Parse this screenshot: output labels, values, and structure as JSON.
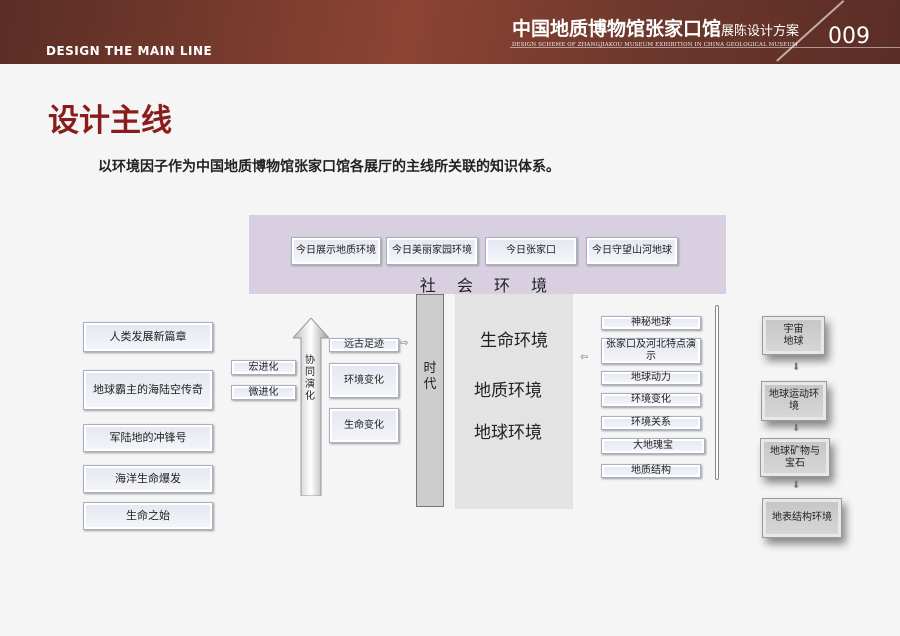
{
  "header": {
    "left_label": "DESIGN THE MAIN LINE",
    "title_main": "中国地质博物馆张家口馆",
    "title_suffix": "展陈设计方案",
    "subtitle": "DESIGN SCHEME OF ZHANGJIAKOU MUSEUM EXHIBITION IN CHINA GEOLOGICAL MUSEUM",
    "page_number": "009"
  },
  "page_title": "设计主线",
  "description": "以环境因子作为中国地质博物馆张家口馆各展厅的主线所关联的知识体系。",
  "social": {
    "items": [
      "今日展示地质环境",
      "今日美丽家园环境",
      "今日张家口",
      "今日守望山河地球"
    ],
    "label": "社 会 环 境"
  },
  "left_items": [
    "人类发展新篇章",
    "地球霸主的海陆空传奇",
    "军陆地的冲锋号",
    "海洋生命爆发",
    "生命之始"
  ],
  "evolution": [
    "宏进化",
    "微进化"
  ],
  "coevolution": "协同演化",
  "middle": [
    "远古足迹",
    "环境变化",
    "生命变化"
  ],
  "era": "时代",
  "center": [
    "生命环境",
    "地质环境",
    "地球环境"
  ],
  "right_list": [
    "神秘地球",
    "张家口及河北特点演示",
    "地球动力",
    "环境变化",
    "环境关系",
    "大地瑰宝",
    "地质结构"
  ],
  "flow": [
    "宇宙地球",
    "地球运动环境",
    "地球矿物与宝石",
    "地表结构环境"
  ]
}
